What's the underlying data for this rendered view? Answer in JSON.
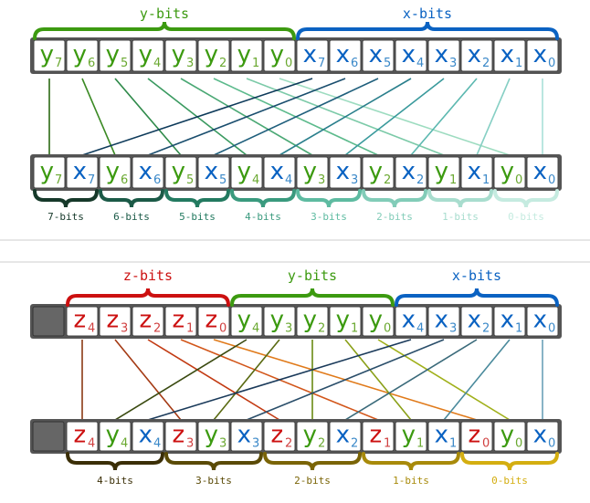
{
  "panel1": {
    "groups": [
      {
        "label": "y-bits",
        "color": "#3c9a10"
      },
      {
        "label": "x-bits",
        "color": "#0a62c2"
      }
    ],
    "top_row": [
      {
        "letter": "y",
        "sub": "7",
        "kind": "y"
      },
      {
        "letter": "y",
        "sub": "6",
        "kind": "y"
      },
      {
        "letter": "y",
        "sub": "5",
        "kind": "y"
      },
      {
        "letter": "y",
        "sub": "4",
        "kind": "y"
      },
      {
        "letter": "y",
        "sub": "3",
        "kind": "y"
      },
      {
        "letter": "y",
        "sub": "2",
        "kind": "y"
      },
      {
        "letter": "y",
        "sub": "1",
        "kind": "y"
      },
      {
        "letter": "y",
        "sub": "0",
        "kind": "y"
      },
      {
        "letter": "x",
        "sub": "7",
        "kind": "x"
      },
      {
        "letter": "x",
        "sub": "6",
        "kind": "x"
      },
      {
        "letter": "x",
        "sub": "5",
        "kind": "x"
      },
      {
        "letter": "x",
        "sub": "4",
        "kind": "x"
      },
      {
        "letter": "x",
        "sub": "3",
        "kind": "x"
      },
      {
        "letter": "x",
        "sub": "2",
        "kind": "x"
      },
      {
        "letter": "x",
        "sub": "1",
        "kind": "x"
      },
      {
        "letter": "x",
        "sub": "0",
        "kind": "x"
      }
    ],
    "bottom_row": [
      {
        "letter": "y",
        "sub": "7",
        "kind": "y"
      },
      {
        "letter": "x",
        "sub": "7",
        "kind": "x"
      },
      {
        "letter": "y",
        "sub": "6",
        "kind": "y"
      },
      {
        "letter": "x",
        "sub": "6",
        "kind": "x"
      },
      {
        "letter": "y",
        "sub": "5",
        "kind": "y"
      },
      {
        "letter": "x",
        "sub": "5",
        "kind": "x"
      },
      {
        "letter": "y",
        "sub": "4",
        "kind": "y"
      },
      {
        "letter": "x",
        "sub": "4",
        "kind": "x"
      },
      {
        "letter": "y",
        "sub": "3",
        "kind": "y"
      },
      {
        "letter": "x",
        "sub": "3",
        "kind": "x"
      },
      {
        "letter": "y",
        "sub": "2",
        "kind": "y"
      },
      {
        "letter": "x",
        "sub": "2",
        "kind": "x"
      },
      {
        "letter": "y",
        "sub": "1",
        "kind": "y"
      },
      {
        "letter": "x",
        "sub": "1",
        "kind": "x"
      },
      {
        "letter": "y",
        "sub": "0",
        "kind": "y"
      },
      {
        "letter": "x",
        "sub": "0",
        "kind": "x"
      }
    ],
    "bit_groups": [
      {
        "label": "7-bits",
        "color": "#16392a"
      },
      {
        "label": "6-bits",
        "color": "#1b5a47"
      },
      {
        "label": "5-bits",
        "color": "#237a60"
      },
      {
        "label": "4-bits",
        "color": "#3a9a7e"
      },
      {
        "label": "3-bits",
        "color": "#5ebba1"
      },
      {
        "label": "2-bits",
        "color": "#82ccb8"
      },
      {
        "label": "1-bits",
        "color": "#a8ddce"
      },
      {
        "label": "0-bits",
        "color": "#c5ebe0"
      }
    ],
    "line_colors": [
      "#2b6a14",
      "#3b8a24",
      "#2f8a4a",
      "#3a9a60",
      "#4aa874",
      "#5cba8c",
      "#7ccaa8",
      "#9ddcc0",
      "#0d3a5a",
      "#1a4e6e",
      "#1f5f7c",
      "#2a7f8c",
      "#3a9a9c",
      "#5cb8b0",
      "#86cfc4",
      "#a8e0d8"
    ]
  },
  "panel2": {
    "groups": [
      {
        "label": "z-bits",
        "color": "#cc1010"
      },
      {
        "label": "y-bits",
        "color": "#3c9a10"
      },
      {
        "label": "x-bits",
        "color": "#0a62c2"
      }
    ],
    "top_row": [
      {
        "letter": "z",
        "sub": "4",
        "kind": "z"
      },
      {
        "letter": "z",
        "sub": "3",
        "kind": "z"
      },
      {
        "letter": "z",
        "sub": "2",
        "kind": "z"
      },
      {
        "letter": "z",
        "sub": "1",
        "kind": "z"
      },
      {
        "letter": "z",
        "sub": "0",
        "kind": "z"
      },
      {
        "letter": "y",
        "sub": "4",
        "kind": "y"
      },
      {
        "letter": "y",
        "sub": "3",
        "kind": "y"
      },
      {
        "letter": "y",
        "sub": "2",
        "kind": "y"
      },
      {
        "letter": "y",
        "sub": "1",
        "kind": "y"
      },
      {
        "letter": "y",
        "sub": "0",
        "kind": "y"
      },
      {
        "letter": "x",
        "sub": "4",
        "kind": "x"
      },
      {
        "letter": "x",
        "sub": "3",
        "kind": "x"
      },
      {
        "letter": "x",
        "sub": "2",
        "kind": "x"
      },
      {
        "letter": "x",
        "sub": "1",
        "kind": "x"
      },
      {
        "letter": "x",
        "sub": "0",
        "kind": "x"
      }
    ],
    "bottom_row": [
      {
        "letter": "z",
        "sub": "4",
        "kind": "z"
      },
      {
        "letter": "y",
        "sub": "4",
        "kind": "y"
      },
      {
        "letter": "x",
        "sub": "4",
        "kind": "x"
      },
      {
        "letter": "z",
        "sub": "3",
        "kind": "z"
      },
      {
        "letter": "y",
        "sub": "3",
        "kind": "y"
      },
      {
        "letter": "x",
        "sub": "3",
        "kind": "x"
      },
      {
        "letter": "z",
        "sub": "2",
        "kind": "z"
      },
      {
        "letter": "y",
        "sub": "2",
        "kind": "y"
      },
      {
        "letter": "x",
        "sub": "2",
        "kind": "x"
      },
      {
        "letter": "z",
        "sub": "1",
        "kind": "z"
      },
      {
        "letter": "y",
        "sub": "1",
        "kind": "y"
      },
      {
        "letter": "x",
        "sub": "1",
        "kind": "x"
      },
      {
        "letter": "z",
        "sub": "0",
        "kind": "z"
      },
      {
        "letter": "y",
        "sub": "0",
        "kind": "y"
      },
      {
        "letter": "x",
        "sub": "0",
        "kind": "x"
      }
    ],
    "bit_groups": [
      {
        "label": "4-bits",
        "color": "#3a2e06"
      },
      {
        "label": "3-bits",
        "color": "#5a4a06"
      },
      {
        "label": "2-bits",
        "color": "#7a6406"
      },
      {
        "label": "1-bits",
        "color": "#a88a0a"
      },
      {
        "label": "0-bits",
        "color": "#d4ae10"
      }
    ],
    "line_colors": [
      "#8a3a14",
      "#a43a14",
      "#c23a12",
      "#d2561a",
      "#e07a1a",
      "#3a4a10",
      "#5a6a12",
      "#6a8a14",
      "#8aa018",
      "#a0b01a",
      "#1a3a5a",
      "#2a4e6a",
      "#3a6a7a",
      "#4a8a9c",
      "#6aa0b8"
    ]
  },
  "colors": {
    "x": "#0a62c2",
    "y": "#3c9a10",
    "z": "#cc1010",
    "sub_x": "#3a88c8",
    "sub_y": "#6aa830",
    "sub_z": "#d04040"
  }
}
